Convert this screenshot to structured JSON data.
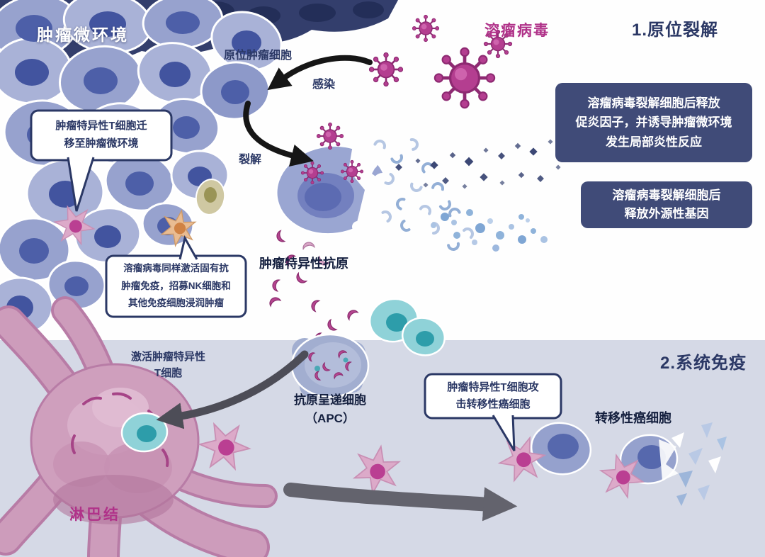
{
  "colors": {
    "navy": "#2b3865",
    "magenta": "#b03289",
    "panel_bg": "#404b78",
    "band_bg": "#d5d9e6"
  },
  "headings": {
    "tumor_microenvironment": "肿瘤微环境",
    "oncolytic_virus": "溶瘤病毒",
    "section1": "1.原位裂解",
    "section2": "2.系统免疫",
    "lymph_node": "淋巴结"
  },
  "labels": {
    "in_situ_tumor_cell": "原位肿瘤细胞",
    "infection": "感染",
    "lysis": "裂解",
    "tumor_specific_antigen": "肿瘤特异性抗原",
    "apc_line1": "抗原呈递细胞",
    "apc_line2": "（APC）",
    "activate_line1": "激活肿瘤特异性",
    "activate_line2": "T细胞",
    "metastatic_cancer_cell": "转移性癌细胞"
  },
  "callouts": {
    "migration": [
      "肿瘤特异性T细胞迁",
      "移至肿瘤微环境"
    ],
    "innate": [
      "溶瘤病毒同样激活固有抗",
      "肿瘤免疫，招募NK细胞和",
      "其他免疫细胞浸润肿瘤"
    ],
    "proinflammatory": [
      "溶瘤病毒裂解细胞后释放",
      "促炎因子，并诱导肿瘤微环境",
      "发生局部炎性反应"
    ],
    "exogenous": [
      "溶瘤病毒裂解细胞后",
      "释放外源性基因"
    ],
    "attack": [
      "肿瘤特异性T细胞攻",
      "击转移性癌细胞"
    ]
  }
}
